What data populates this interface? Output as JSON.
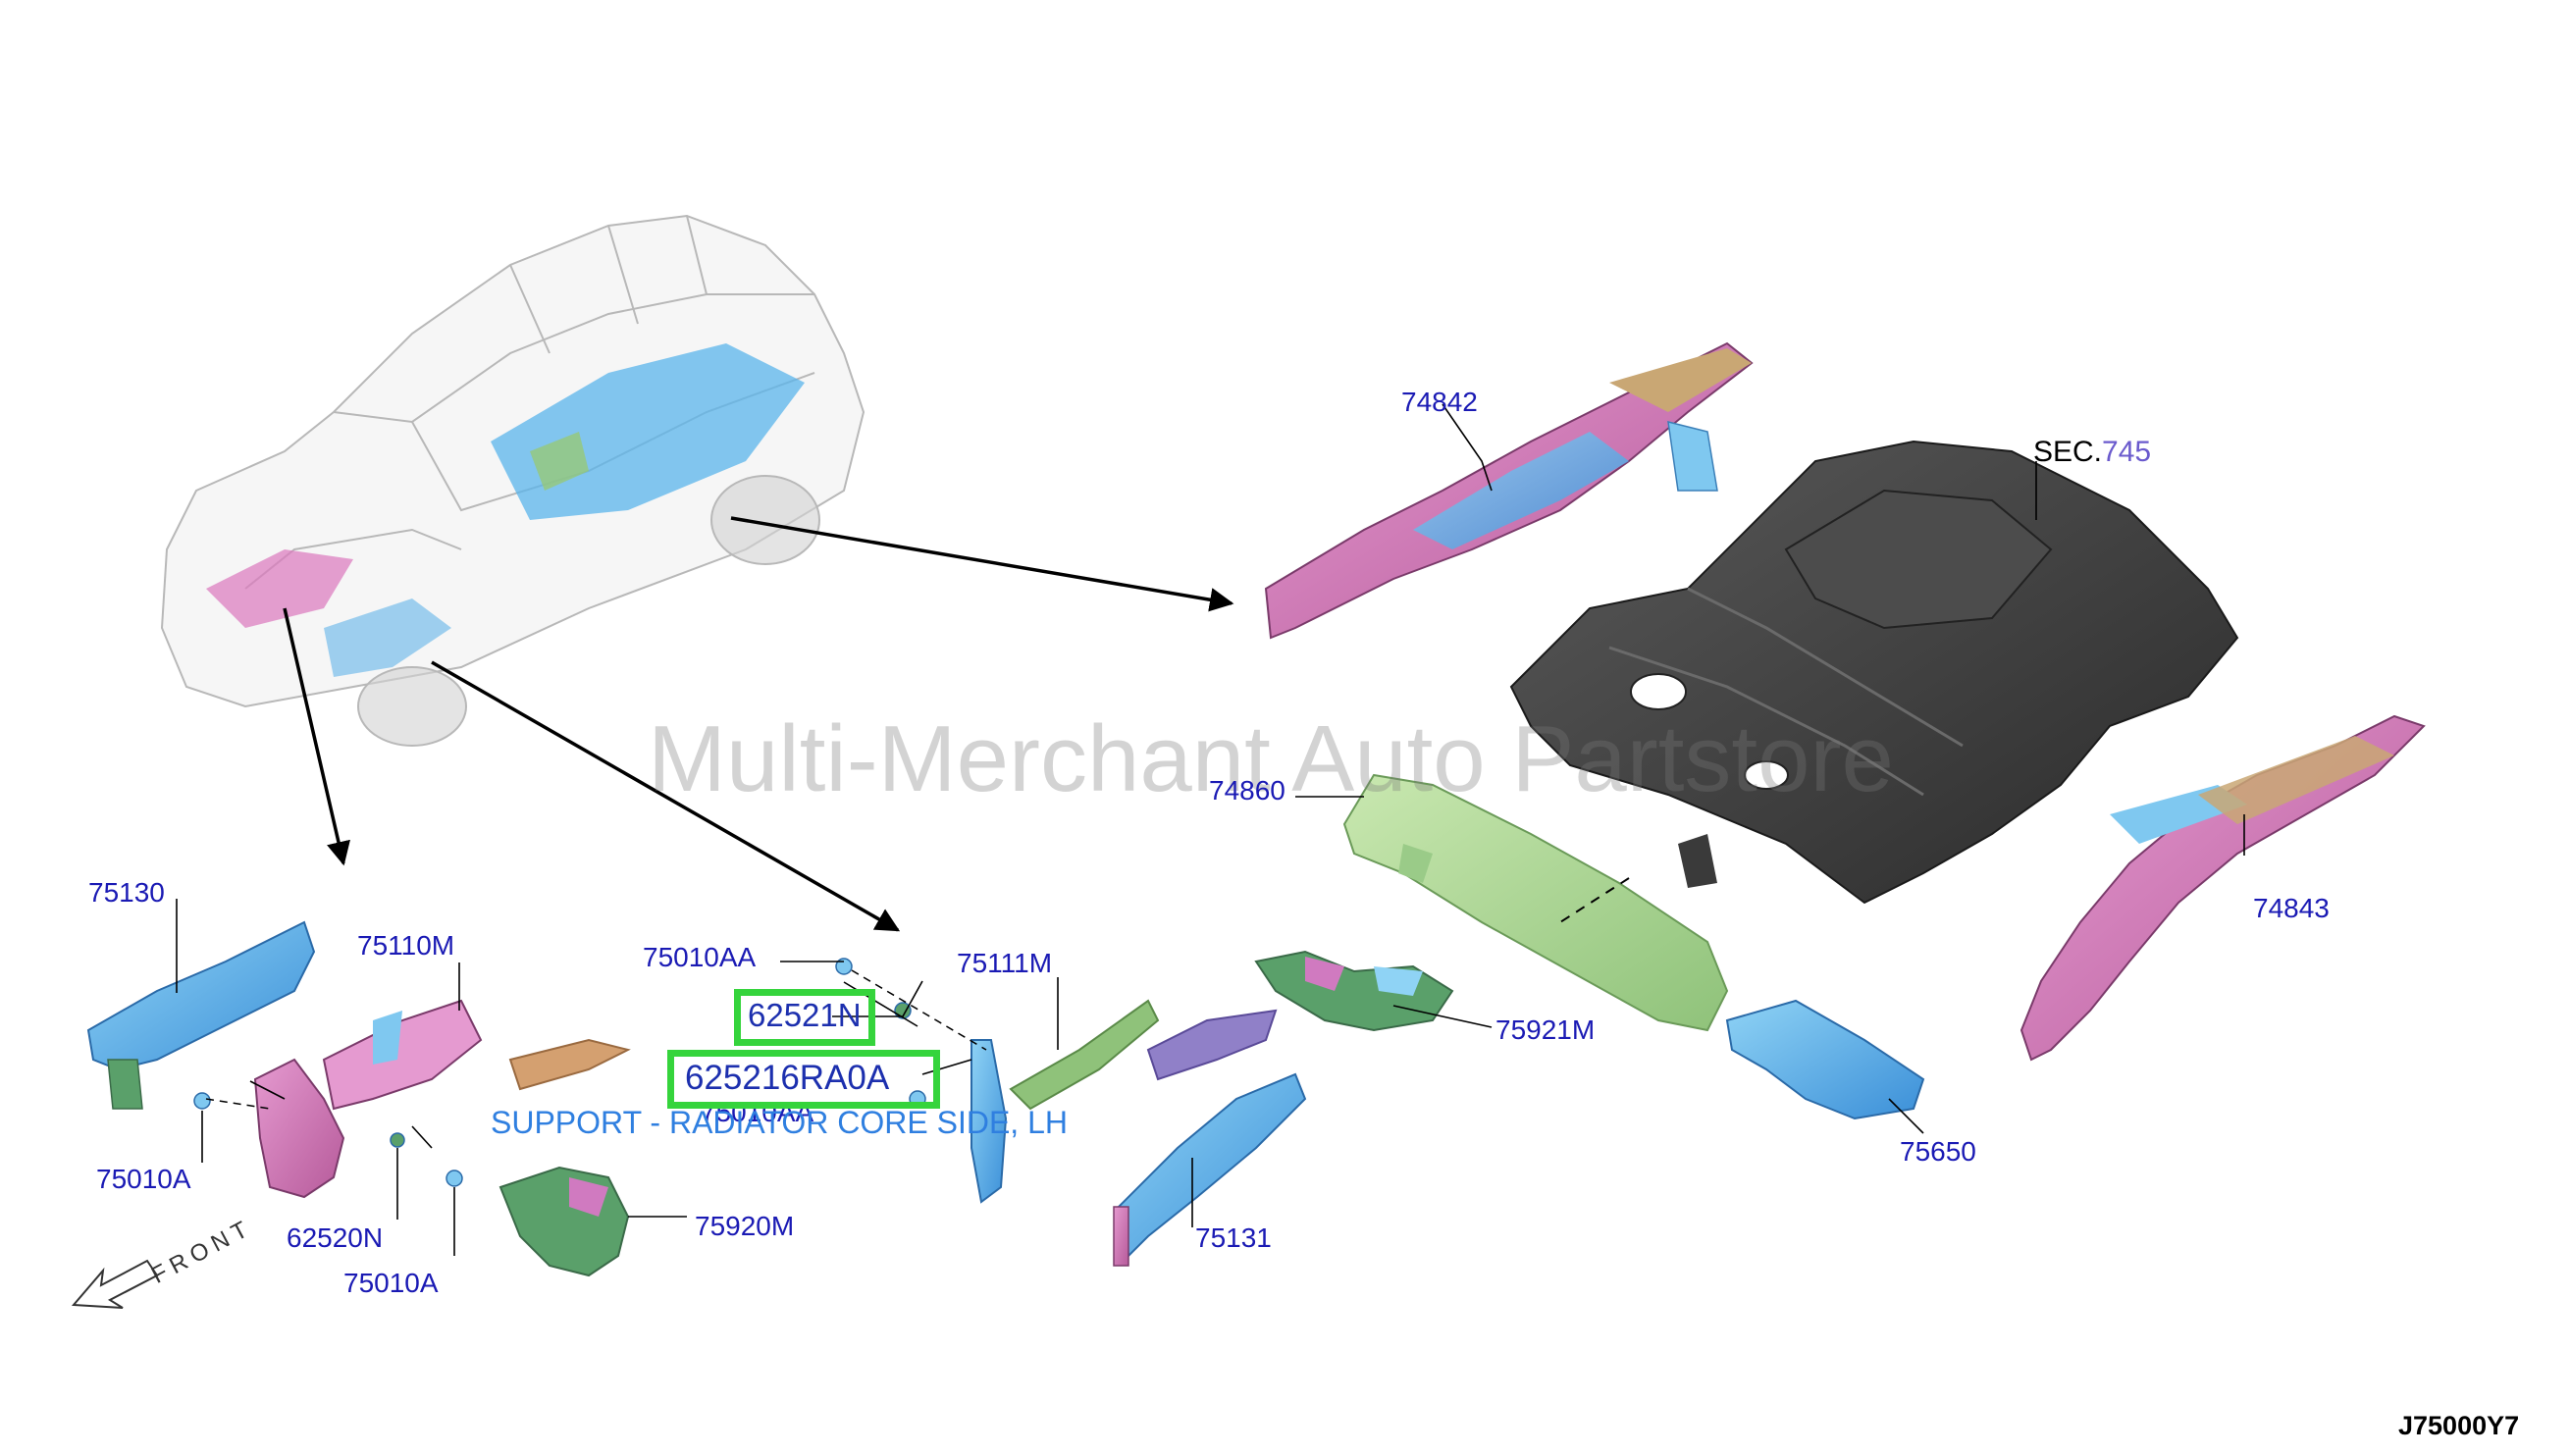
{
  "watermark": "Multi-Merchant Auto Partstore",
  "section_ref": {
    "prefix": "SEC.",
    "number": "745"
  },
  "diagram_code": "J75000Y7",
  "front_label": "FRONT",
  "description": "SUPPORT - RADIATOR CORE SIDE, LH",
  "highlighted_parts": [
    "62521N",
    "625216RA0A"
  ],
  "part_labels": {
    "p74842": "74842",
    "p74860": "74860",
    "p74843": "74843",
    "p75130": "75130",
    "p75110M": "75110M",
    "p75010AA_top": "75010AA",
    "p75111M": "75111M",
    "p75921M": "75921M",
    "p75650": "75650",
    "p75010A_left": "75010A",
    "p75010AA_mid": "75010AA",
    "p62520N": "62520N",
    "p75010A_bottom": "75010A",
    "p75920M": "75920M",
    "p75131": "75131"
  },
  "colors": {
    "label": "#1a1ab4",
    "highlight": "#35d43c",
    "description": "#2f7fe0",
    "floor_panel": "#3b3b3b"
  }
}
